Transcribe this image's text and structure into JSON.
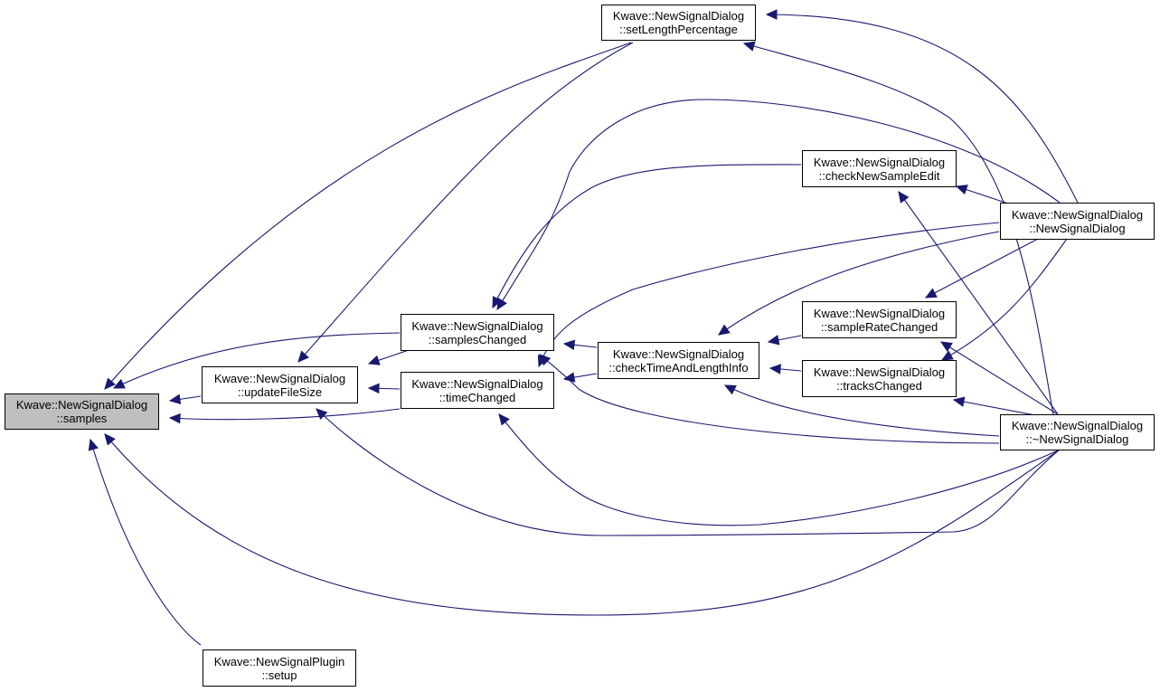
{
  "nodes": {
    "samples": {
      "line1": "Kwave::NewSignalDialog",
      "line2": "::samples"
    },
    "setup": {
      "line1": "Kwave::NewSignalPlugin",
      "line2": "::setup"
    },
    "updateFileSize": {
      "line1": "Kwave::NewSignalDialog",
      "line2": "::updateFileSize"
    },
    "samplesChanged": {
      "line1": "Kwave::NewSignalDialog",
      "line2": "::samplesChanged"
    },
    "timeChanged": {
      "line1": "Kwave::NewSignalDialog",
      "line2": "::timeChanged"
    },
    "setLengthPercentage": {
      "line1": "Kwave::NewSignalDialog",
      "line2": "::setLengthPercentage"
    },
    "checkTimeAndLengthInfo": {
      "line1": "Kwave::NewSignalDialog",
      "line2": "::checkTimeAndLengthInfo"
    },
    "checkNewSampleEdit": {
      "line1": "Kwave::NewSignalDialog",
      "line2": "::checkNewSampleEdit"
    },
    "sampleRateChanged": {
      "line1": "Kwave::NewSignalDialog",
      "line2": "::sampleRateChanged"
    },
    "tracksChanged": {
      "line1": "Kwave::NewSignalDialog",
      "line2": "::tracksChanged"
    },
    "ctor": {
      "line1": "Kwave::NewSignalDialog",
      "line2": "::NewSignalDialog"
    },
    "dtor": {
      "line1": "Kwave::NewSignalDialog",
      "line2": "::~NewSignalDialog"
    }
  },
  "edges": [
    {
      "from": "setup",
      "to": "samples"
    },
    {
      "from": "updateFileSize",
      "to": "samples"
    },
    {
      "from": "samplesChanged",
      "to": "samples"
    },
    {
      "from": "timeChanged",
      "to": "samples"
    },
    {
      "from": "setLengthPercentage",
      "to": "samples"
    },
    {
      "from": "dtor",
      "to": "samples"
    },
    {
      "from": "samplesChanged",
      "to": "updateFileSize"
    },
    {
      "from": "timeChanged",
      "to": "updateFileSize"
    },
    {
      "from": "setLengthPercentage",
      "to": "updateFileSize"
    },
    {
      "from": "dtor",
      "to": "updateFileSize"
    },
    {
      "from": "checkTimeAndLengthInfo",
      "to": "samplesChanged"
    },
    {
      "from": "checkNewSampleEdit",
      "to": "samplesChanged"
    },
    {
      "from": "ctor",
      "to": "samplesChanged"
    },
    {
      "from": "dtor",
      "to": "samplesChanged"
    },
    {
      "from": "checkTimeAndLengthInfo",
      "to": "timeChanged"
    },
    {
      "from": "ctor",
      "to": "timeChanged"
    },
    {
      "from": "dtor",
      "to": "timeChanged"
    },
    {
      "from": "sampleRateChanged",
      "to": "checkTimeAndLengthInfo"
    },
    {
      "from": "tracksChanged",
      "to": "checkTimeAndLengthInfo"
    },
    {
      "from": "ctor",
      "to": "checkTimeAndLengthInfo"
    },
    {
      "from": "dtor",
      "to": "checkTimeAndLengthInfo"
    },
    {
      "from": "ctor",
      "to": "checkNewSampleEdit"
    },
    {
      "from": "dtor",
      "to": "checkNewSampleEdit"
    },
    {
      "from": "ctor",
      "to": "sampleRateChanged"
    },
    {
      "from": "dtor",
      "to": "sampleRateChanged"
    },
    {
      "from": "ctor",
      "to": "tracksChanged"
    },
    {
      "from": "dtor",
      "to": "tracksChanged"
    },
    {
      "from": "ctor",
      "to": "setLengthPercentage"
    },
    {
      "from": "dtor",
      "to": "setLengthPercentage"
    }
  ],
  "colors": {
    "edge": "#191970",
    "focus_fill": "#bfbfbf",
    "node_border": "#000000"
  }
}
